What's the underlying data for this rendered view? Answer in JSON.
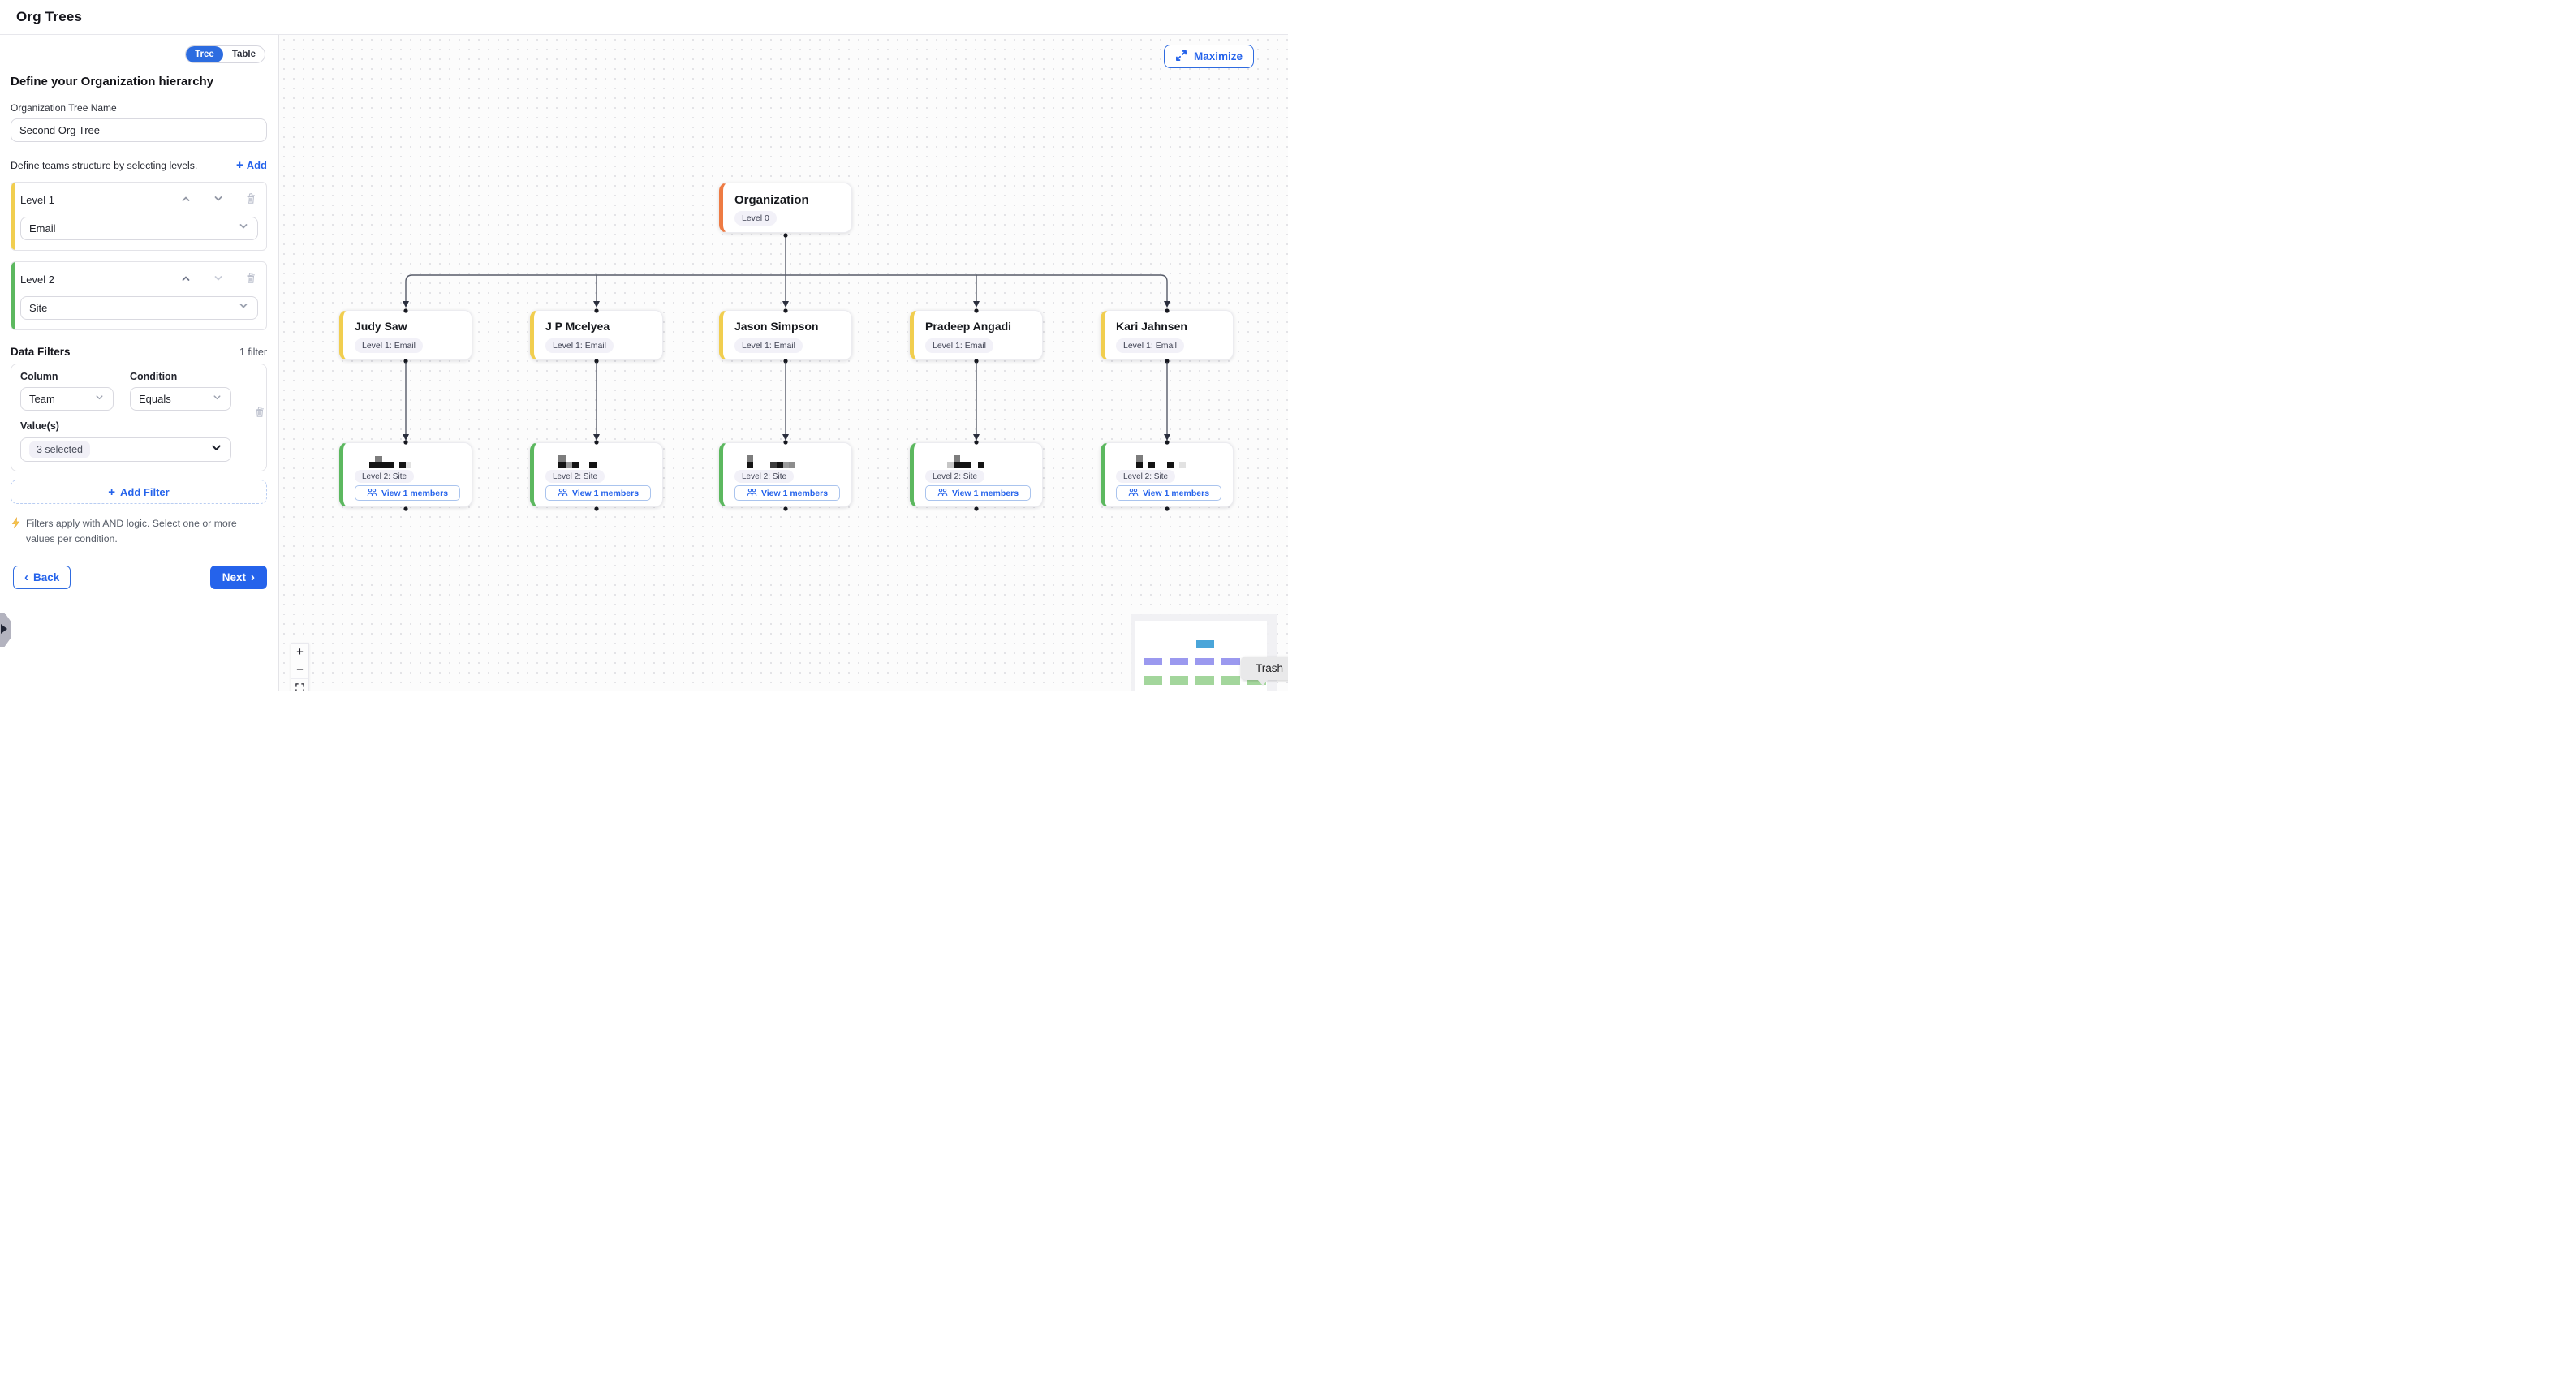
{
  "header": {
    "title": "Org Trees"
  },
  "sidebar": {
    "view_toggle": {
      "tree_label": "Tree",
      "table_label": "Table",
      "active": "Tree"
    },
    "heading": "Define your Organization hierarchy",
    "tree_name": {
      "label": "Organization Tree Name",
      "value": "Second Org Tree"
    },
    "levels_section": {
      "description": "Define teams structure by selecting levels.",
      "add_label": "Add"
    },
    "levels": [
      {
        "label": "Level 1",
        "value": "Email",
        "accent": "#f1ce4f",
        "up_color": "#9297a5",
        "down_color": "#9aa0a5",
        "down_color_fixed": "#9297a5"
      },
      {
        "label": "Level 2",
        "value": "Site",
        "accent": "#5cb85f",
        "up_color": "#70768a",
        "down_color_fixed": "#c9cdd8"
      }
    ],
    "filters": {
      "title": "Data Filters",
      "count_label": "1 filter",
      "column_label": "Column",
      "condition_label": "Condition",
      "values_label": "Value(s)",
      "column_value": "Team",
      "condition_value": "Equals",
      "values_value": "3 selected",
      "add_filter_label": "Add Filter",
      "note": "Filters apply with AND logic. Select one or more values per condition."
    },
    "footer": {
      "back_label": "Back",
      "next_label": "Next"
    }
  },
  "canvas": {
    "maximize_label": "Maximize",
    "zoom_in_label": "+",
    "zoom_out_label": "−",
    "trash_tooltip": "Trash",
    "accent_blue": "#2563eb",
    "tree": {
      "root": {
        "title": "Organization",
        "badge": "Level 0",
        "accent": "#ee7b43"
      },
      "level1_accent": "#f1ce4f",
      "level2_accent": "#5cb85f",
      "children": [
        {
          "title": "Judy Saw",
          "badge": "Level 1: Email"
        },
        {
          "title": "J P Mcelyea",
          "badge": "Level 1: Email"
        },
        {
          "title": "Jason Simpson",
          "badge": "Level 1: Email"
        },
        {
          "title": "Pradeep Angadi",
          "badge": "Level 1: Email"
        },
        {
          "title": "Kari Jahnsen",
          "badge": "Level 1: Email"
        }
      ],
      "leaves": [
        {
          "badge": "Level 2: Site",
          "button_label": "View 1 members",
          "redacted_name": [
            [
              39,
              16,
              9,
              7,
              "#7d7d7d"
            ],
            [
              32,
              23,
              31,
              8,
              "#141414"
            ],
            [
              69,
              23,
              8,
              8,
              "#141414"
            ],
            [
              77,
              23,
              7,
              8,
              "#e2e2e2"
            ]
          ]
        },
        {
          "badge": "Level 2: Site",
          "button_label": "View 1 members",
          "redacted_name": [
            [
              30,
              15,
              9,
              8,
              "#7d7d7d"
            ],
            [
              30,
              23,
              9,
              8,
              "#141414"
            ],
            [
              39,
              23,
              8,
              8,
              "#9b9b9b"
            ],
            [
              47,
              23,
              8,
              8,
              "#141414"
            ],
            [
              68,
              23,
              9,
              8,
              "#141414"
            ]
          ]
        },
        {
          "badge": "Level 2: Site",
          "button_label": "View 1 members",
          "redacted_name": [
            [
              29,
              15,
              8,
              8,
              "#7d7d7d"
            ],
            [
              29,
              23,
              8,
              8,
              "#141414"
            ],
            [
              58,
              23,
              8,
              8,
              "#3f3f3f"
            ],
            [
              66,
              23,
              8,
              8,
              "#141414"
            ],
            [
              74,
              23,
              7,
              8,
              "#9b9b9b"
            ],
            [
              81,
              23,
              8,
              8,
              "#8d8d8d"
            ]
          ]
        },
        {
          "badge": "Level 2: Site",
          "button_label": "View 1 members",
          "redacted_name": [
            [
              49,
              15,
              8,
              8,
              "#7d7d7d"
            ],
            [
              41,
              23,
              8,
              8,
              "#c6c6c6"
            ],
            [
              49,
              23,
              22,
              8,
              "#141414"
            ],
            [
              79,
              23,
              8,
              8,
              "#141414"
            ]
          ]
        },
        {
          "badge": "Level 2: Site",
          "button_label": "View 1 members",
          "redacted_name": [
            [
              39,
              15,
              8,
              8,
              "#7d7d7d"
            ],
            [
              39,
              23,
              8,
              8,
              "#141414"
            ],
            [
              54,
              23,
              8,
              8,
              "#141414"
            ],
            [
              77,
              23,
              8,
              8,
              "#141414"
            ],
            [
              92,
              23,
              8,
              8,
              "#e2e2e2"
            ]
          ]
        }
      ]
    },
    "minimap_colors": {
      "blue": "#4aa5d9",
      "purple": "#9b99ef",
      "green": "#a3d69c"
    }
  }
}
